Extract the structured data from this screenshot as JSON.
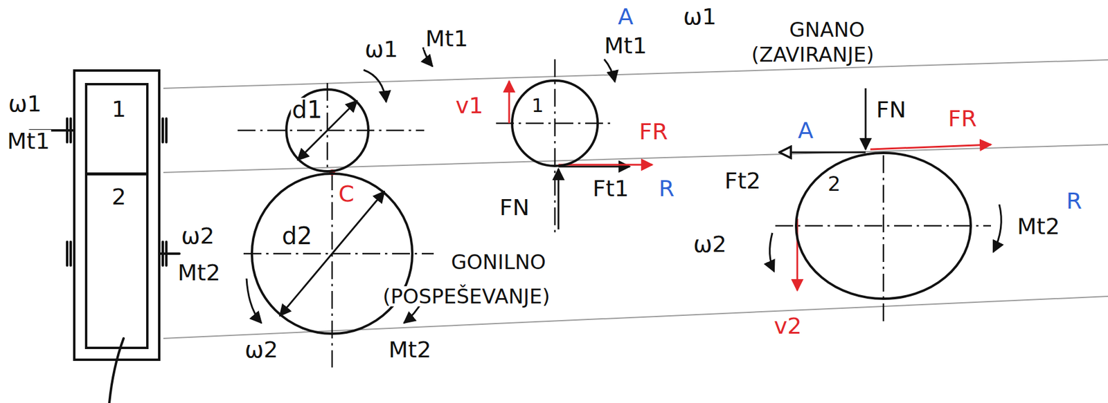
{
  "diagram": {
    "nodes": [
      {
        "text": [
          "1"
        ]
      },
      {
        "text": [
          "2"
        ]
      },
      {
        "text": [
          "d1"
        ]
      },
      {
        "text": [
          "d2"
        ]
      },
      {
        "text": [
          "1"
        ]
      },
      {
        "text": [
          "2"
        ]
      }
    ],
    "labels": [
      "ω1",
      "Mt1",
      "ω2",
      "Mt2",
      "ω1",
      "Mt1",
      "C",
      "ω2",
      "Mt2",
      "A",
      "Mt1",
      "ω1",
      "v1",
      "FR",
      "Ft1",
      "R",
      "FN",
      "GONILNO",
      "(POSPEŠEVANJE)",
      "GNANO",
      "(ZAVIRANJE)",
      "A",
      "FN",
      "FR",
      "Ft2",
      "ω2",
      "v2",
      "R",
      "Mt2"
    ]
  }
}
